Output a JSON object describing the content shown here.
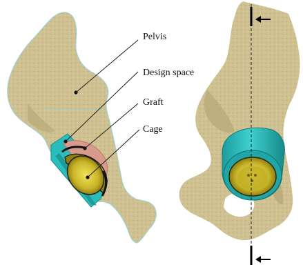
{
  "labels": {
    "pelvis": "Pelvis",
    "design_space": "Design space",
    "graft": "Graft",
    "cage": "Cage"
  },
  "colors": {
    "bone": "#cfc191",
    "bone_dark": "#a89a6a",
    "bone_outline": "#8fc9c6",
    "design_space": "#2bbcbc",
    "graft": "#d99a8c",
    "cage": "#e8d637",
    "leader": "#1a1a1a"
  }
}
